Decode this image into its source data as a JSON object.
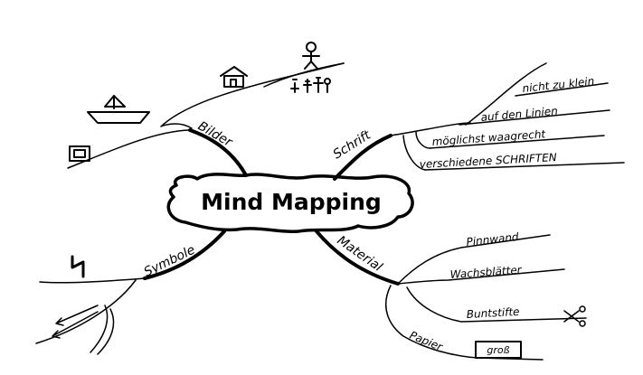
{
  "center": {
    "title": "Mind Mapping"
  },
  "branches": {
    "bilder": {
      "label": "Bilder",
      "icons": [
        "boat-icon",
        "house-icon",
        "stick-figure-icon",
        "family-icon",
        "picture-frame-icon"
      ]
    },
    "schrift": {
      "label": "Schrift",
      "items": [
        "nicht zu klein",
        "auf den Linien",
        "möglichst waagrecht",
        "verschiedene SCHRIFTEN"
      ]
    },
    "symbole": {
      "label": "Symbole",
      "icons": [
        "lightning-icon",
        "arrows-icon"
      ]
    },
    "material": {
      "label": "Material",
      "items": [
        "Pinnwand",
        "Wachsblätter",
        "Buntstifte",
        "Papier"
      ],
      "extra": {
        "groß_label": "groß"
      },
      "icons": [
        "scissors-icon"
      ]
    }
  },
  "colors": {
    "ink": "#000000",
    "background": "#ffffff"
  }
}
